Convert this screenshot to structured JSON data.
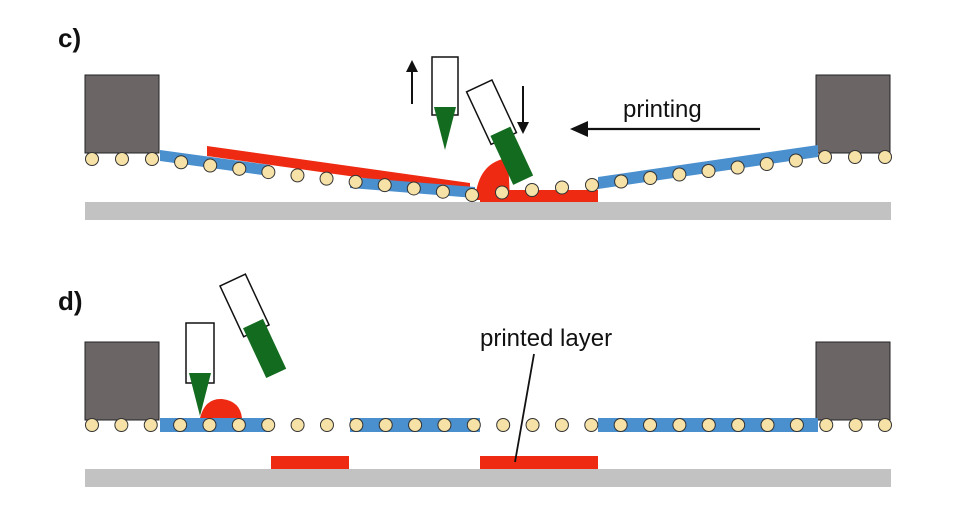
{
  "panels": [
    {
      "label": "c)",
      "annotation": "printing"
    },
    {
      "label": "d)",
      "annotation": "printed layer"
    }
  ],
  "colors": {
    "block": "#6b6565",
    "substrate": "#c2c2c2",
    "film": "#4a8fce",
    "ink": "#ee2a12",
    "bead": "#f6e2a6",
    "nozzle": "#136b1f",
    "arrow": "#111111"
  }
}
